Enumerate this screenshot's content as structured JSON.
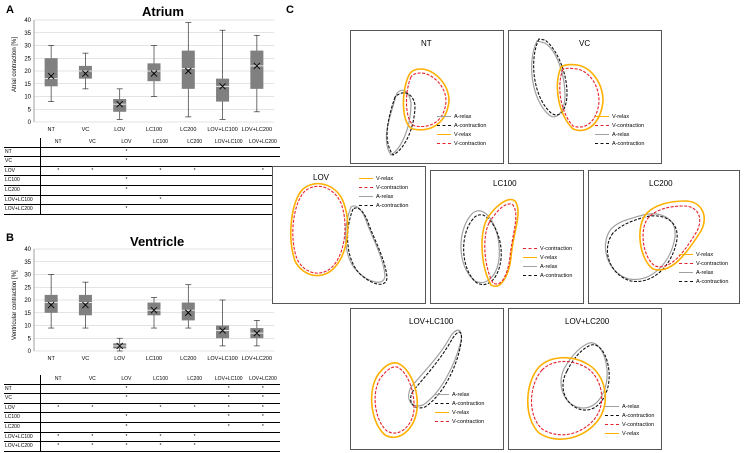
{
  "panel_letters": {
    "a": "A",
    "b": "B",
    "c": "C"
  },
  "chart_data": [
    {
      "type": "box",
      "title": "Atrium",
      "ylabel": "Atrial contraction [%]",
      "ylim": [
        0,
        40
      ],
      "yticks": [
        "0",
        "5",
        "10",
        "15",
        "20",
        "25",
        "30",
        "35",
        "40"
      ],
      "categories": [
        "NT",
        "VC",
        "LOV",
        "LC100",
        "LC200",
        "LOV+LC100",
        "LOV+LC200"
      ],
      "boxes": [
        {
          "q1": 14,
          "median": 17,
          "q3": 25,
          "whisker_low": 8,
          "whisker_high": 30,
          "mean": 18
        },
        {
          "q1": 17,
          "median": 20,
          "q3": 22,
          "whisker_low": 13,
          "whisker_high": 27,
          "mean": 19
        },
        {
          "q1": 4,
          "median": 7,
          "q3": 9,
          "whisker_low": 1,
          "whisker_high": 13,
          "mean": 7
        },
        {
          "q1": 16,
          "median": 20,
          "q3": 23,
          "whisker_low": 10,
          "whisker_high": 30,
          "mean": 19
        },
        {
          "q1": 13,
          "median": 21,
          "q3": 28,
          "whisker_low": 2,
          "whisker_high": 39,
          "mean": 20
        },
        {
          "q1": 8,
          "median": 14,
          "q3": 17,
          "whisker_low": 1,
          "whisker_high": 36,
          "mean": 14
        },
        {
          "q1": 13,
          "median": 22,
          "q3": 28,
          "whisker_low": 4,
          "whisker_high": 34,
          "mean": 22
        }
      ]
    },
    {
      "type": "box",
      "title": "Ventricle",
      "ylabel": "Ventricular contraction [%]",
      "ylim": [
        0,
        40
      ],
      "yticks": [
        "0",
        "5",
        "10",
        "15",
        "20",
        "25",
        "30",
        "35",
        "40"
      ],
      "categories": [
        "NT",
        "VC",
        "LOV",
        "LC100",
        "LC200",
        "LOV+LC100",
        "LOV+LC200"
      ],
      "boxes": [
        {
          "q1": 15,
          "median": 19,
          "q3": 22,
          "whisker_low": 9,
          "whisker_high": 30,
          "mean": 18
        },
        {
          "q1": 14,
          "median": 19,
          "q3": 22,
          "whisker_low": 9,
          "whisker_high": 27,
          "mean": 18
        },
        {
          "q1": 1,
          "median": 2,
          "q3": 3,
          "whisker_low": 0,
          "whisker_high": 5,
          "mean": 2
        },
        {
          "q1": 14,
          "median": 16,
          "q3": 19,
          "whisker_low": 9,
          "whisker_high": 21,
          "mean": 16
        },
        {
          "q1": 12,
          "median": 16,
          "q3": 19,
          "whisker_low": 9,
          "whisker_high": 26,
          "mean": 15
        },
        {
          "q1": 5,
          "median": 8,
          "q3": 10,
          "whisker_low": 2,
          "whisker_high": 20,
          "mean": 8
        },
        {
          "q1": 5,
          "median": 7,
          "q3": 9,
          "whisker_low": 2,
          "whisker_high": 12,
          "mean": 7
        }
      ]
    }
  ],
  "table_a": {
    "headers": [
      "",
      "NT",
      "VC",
      "LOV",
      "LC100",
      "LC200",
      "LOV+LC100",
      "LOV+LC200"
    ],
    "rows": [
      [
        "NT",
        "",
        "",
        "*",
        "",
        "",
        "",
        ""
      ],
      [
        "VC",
        "",
        "",
        "*",
        "",
        "",
        "",
        ""
      ],
      [
        "LOV",
        "*",
        "*",
        "",
        "*",
        "*",
        "",
        "*"
      ],
      [
        "LC100",
        "",
        "",
        "*",
        "",
        "",
        "",
        ""
      ],
      [
        "LC200",
        "",
        "",
        "*",
        "",
        "",
        "",
        ""
      ],
      [
        "LOV+LC100",
        "",
        "",
        "",
        "*",
        "",
        "",
        ""
      ],
      [
        "LOV+LC200",
        "",
        "",
        "*",
        "",
        "",
        "",
        ""
      ]
    ]
  },
  "table_b": {
    "headers": [
      "",
      "NT",
      "VC",
      "LOV",
      "LC100",
      "LC200",
      "LOV+LC100",
      "LOV+LC200"
    ],
    "rows": [
      [
        "NT",
        "",
        "",
        "*",
        "",
        "",
        "*",
        "*"
      ],
      [
        "VC",
        "",
        "",
        "*",
        "",
        "",
        "*",
        "*"
      ],
      [
        "LOV",
        "*",
        "*",
        "",
        "*",
        "*",
        "*",
        "*"
      ],
      [
        "LC100",
        "",
        "",
        "*",
        "",
        "",
        "*",
        "*"
      ],
      [
        "LC200",
        "",
        "",
        "*",
        "",
        "",
        "*",
        "*"
      ],
      [
        "LOV+LC100",
        "*",
        "*",
        "*",
        "*",
        "*",
        "",
        ""
      ],
      [
        "LOV+LC200",
        "*",
        "*",
        "*",
        "*",
        "*",
        "",
        ""
      ]
    ]
  },
  "panels": [
    {
      "title": "NT",
      "legend": [
        "A-relax",
        "A-contraction",
        "V-relax",
        "V-contraction"
      ]
    },
    {
      "title": "VC",
      "legend": [
        "V-relax",
        "V-contraction",
        "A-relax",
        "A-contraction"
      ]
    },
    {
      "title": "LOV",
      "legend": [
        "V-relax",
        "V-contraction",
        "A-relax",
        "A-contraction"
      ]
    },
    {
      "title": "LC100",
      "legend": [
        "V-contraction",
        "V-relax",
        "A-relax",
        "A-contraction"
      ]
    },
    {
      "title": "LC200",
      "legend": [
        "V-relax",
        "V-contraction",
        "A-relax",
        "A-contraction"
      ]
    },
    {
      "title": "LOV+LC100",
      "legend": [
        "A-relax",
        "A-contraction",
        "V-relax",
        "V-contraction"
      ]
    },
    {
      "title": "LOV+LC200",
      "legend": [
        "A-relax",
        "A-contraction",
        "V-contraction",
        "V-relax"
      ]
    }
  ],
  "colors": {
    "box_fill": "#808080",
    "grid": "#c8c8c8",
    "v_relax": "#ffb000",
    "v_contraction": "#e8202a",
    "a_relax": "#a0a0a0",
    "a_contraction": "#111111"
  }
}
